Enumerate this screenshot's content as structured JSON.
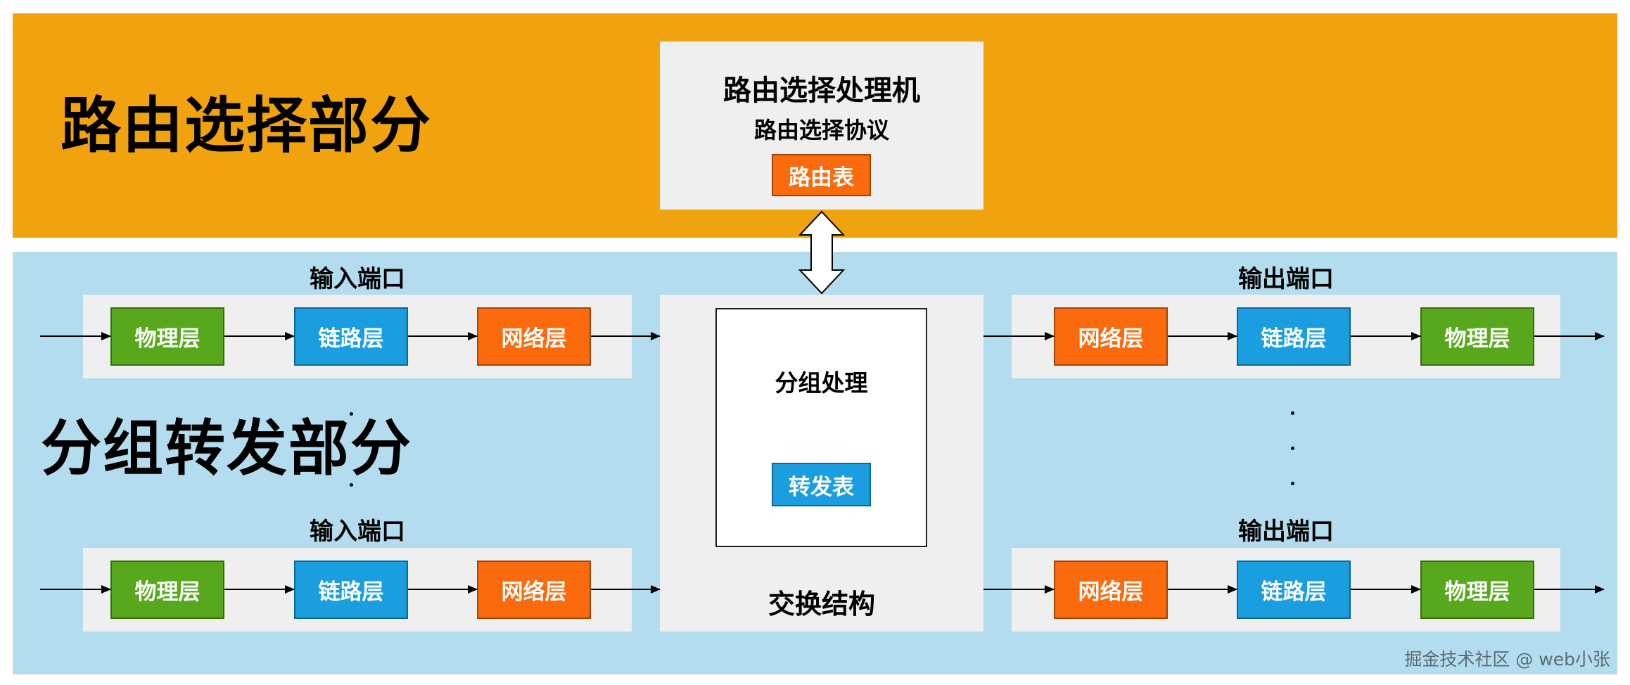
{
  "routing": {
    "section_title": "路由选择部分",
    "processor_title": "路由选择处理机",
    "protocol_label": "路由选择协议",
    "table_label": "路由表"
  },
  "forwarding": {
    "section_title": "分组转发部分",
    "input_port_label": "输入端口",
    "output_port_label": "输出端口",
    "layers": {
      "physical": "物理层",
      "link": "链路层",
      "network": "网络层"
    },
    "switch_fabric_label": "交换结构",
    "packet_processing_label": "分组处理",
    "forwarding_table_label": "转发表"
  },
  "watermark": "掘金技术社区 @ web小张",
  "colors": {
    "routing_band": "#f0a30e",
    "forwarding_band": "#b3ddef",
    "network_layer": "#fb6a0c",
    "link_layer": "#1a9ee0",
    "physical_layer": "#57a81c",
    "panel": "#efefef"
  }
}
